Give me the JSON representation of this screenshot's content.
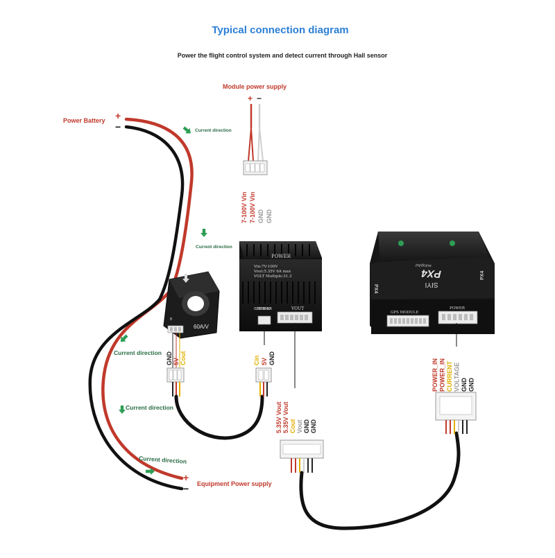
{
  "title": "Typical connection diagram",
  "subtitle": "Power the flight control system and detect current through Hall sensor",
  "labels": {
    "module_power_supply": "Module power supply",
    "power_battery": "Power Battery",
    "equipment_power_supply": "Equipment Power supply",
    "current_direction": "Current direction",
    "plus": "+",
    "minus": "−"
  },
  "module_pins": [
    {
      "text": "7-100V  Vin",
      "color": "#c0392b"
    },
    {
      "text": "7-100V  Vin",
      "color": "#c0392b"
    },
    {
      "text": "GND",
      "color": "#9a9a9a"
    },
    {
      "text": "GND",
      "color": "#9a9a9a"
    }
  ],
  "sensor": {
    "rating": "60A/V",
    "small_text": "B"
  },
  "sensor_pins": [
    {
      "text": "GND",
      "color": "#222222"
    },
    {
      "text": "5V",
      "color": "#c0392b"
    },
    {
      "text": "Cout",
      "color": "#e0b000"
    }
  ],
  "power_module": {
    "name": "POWER",
    "spec_line1": "Vin:7V-100V",
    "spec_line2": "Vout:5.35V 6A max",
    "spec_line3": "VOLT Multiple:31.3",
    "current_sensor_label": "CURRENT SENSOR",
    "vout_label": "VOUT"
  },
  "cs_pins": [
    {
      "text": "Cin",
      "color": "#e0b000"
    },
    {
      "text": "5V",
      "color": "#c0392b"
    },
    {
      "text": "GND",
      "color": "#222222"
    }
  ],
  "vout_pins": [
    {
      "text": "5.35V  Vout",
      "color": "#c0392b"
    },
    {
      "text": "5.35V  Vout",
      "color": "#c0392b"
    },
    {
      "text": "Cout",
      "color": "#e0b000"
    },
    {
      "text": "Vout",
      "color": "#9a9a9a"
    },
    {
      "text": "GND",
      "color": "#222222"
    },
    {
      "text": "GND",
      "color": "#222222"
    }
  ],
  "flight_controller": {
    "brand": "PX4",
    "brand_sub": "autopilot",
    "model": "SIYI",
    "side_text": "PX4",
    "gps_label": "GPS MODULE",
    "power_label": "POWER"
  },
  "fc_pins": [
    {
      "text": "POWER_IN",
      "color": "#c0392b"
    },
    {
      "text": "POWER_IN",
      "color": "#c0392b"
    },
    {
      "text": "CURRENT",
      "color": "#e0b000"
    },
    {
      "text": "VOLTAGE",
      "color": "#9a9a9a"
    },
    {
      "text": "GND",
      "color": "#222222"
    },
    {
      "text": "GND",
      "color": "#222222"
    }
  ],
  "colors": {
    "title_blue": "#2b7fd6",
    "wire_red": "#c0392b",
    "wire_black": "#111111",
    "arrow_green": "#2e9e55",
    "pin_yellow": "#e0b000",
    "pin_gray": "#9a9a9a"
  }
}
